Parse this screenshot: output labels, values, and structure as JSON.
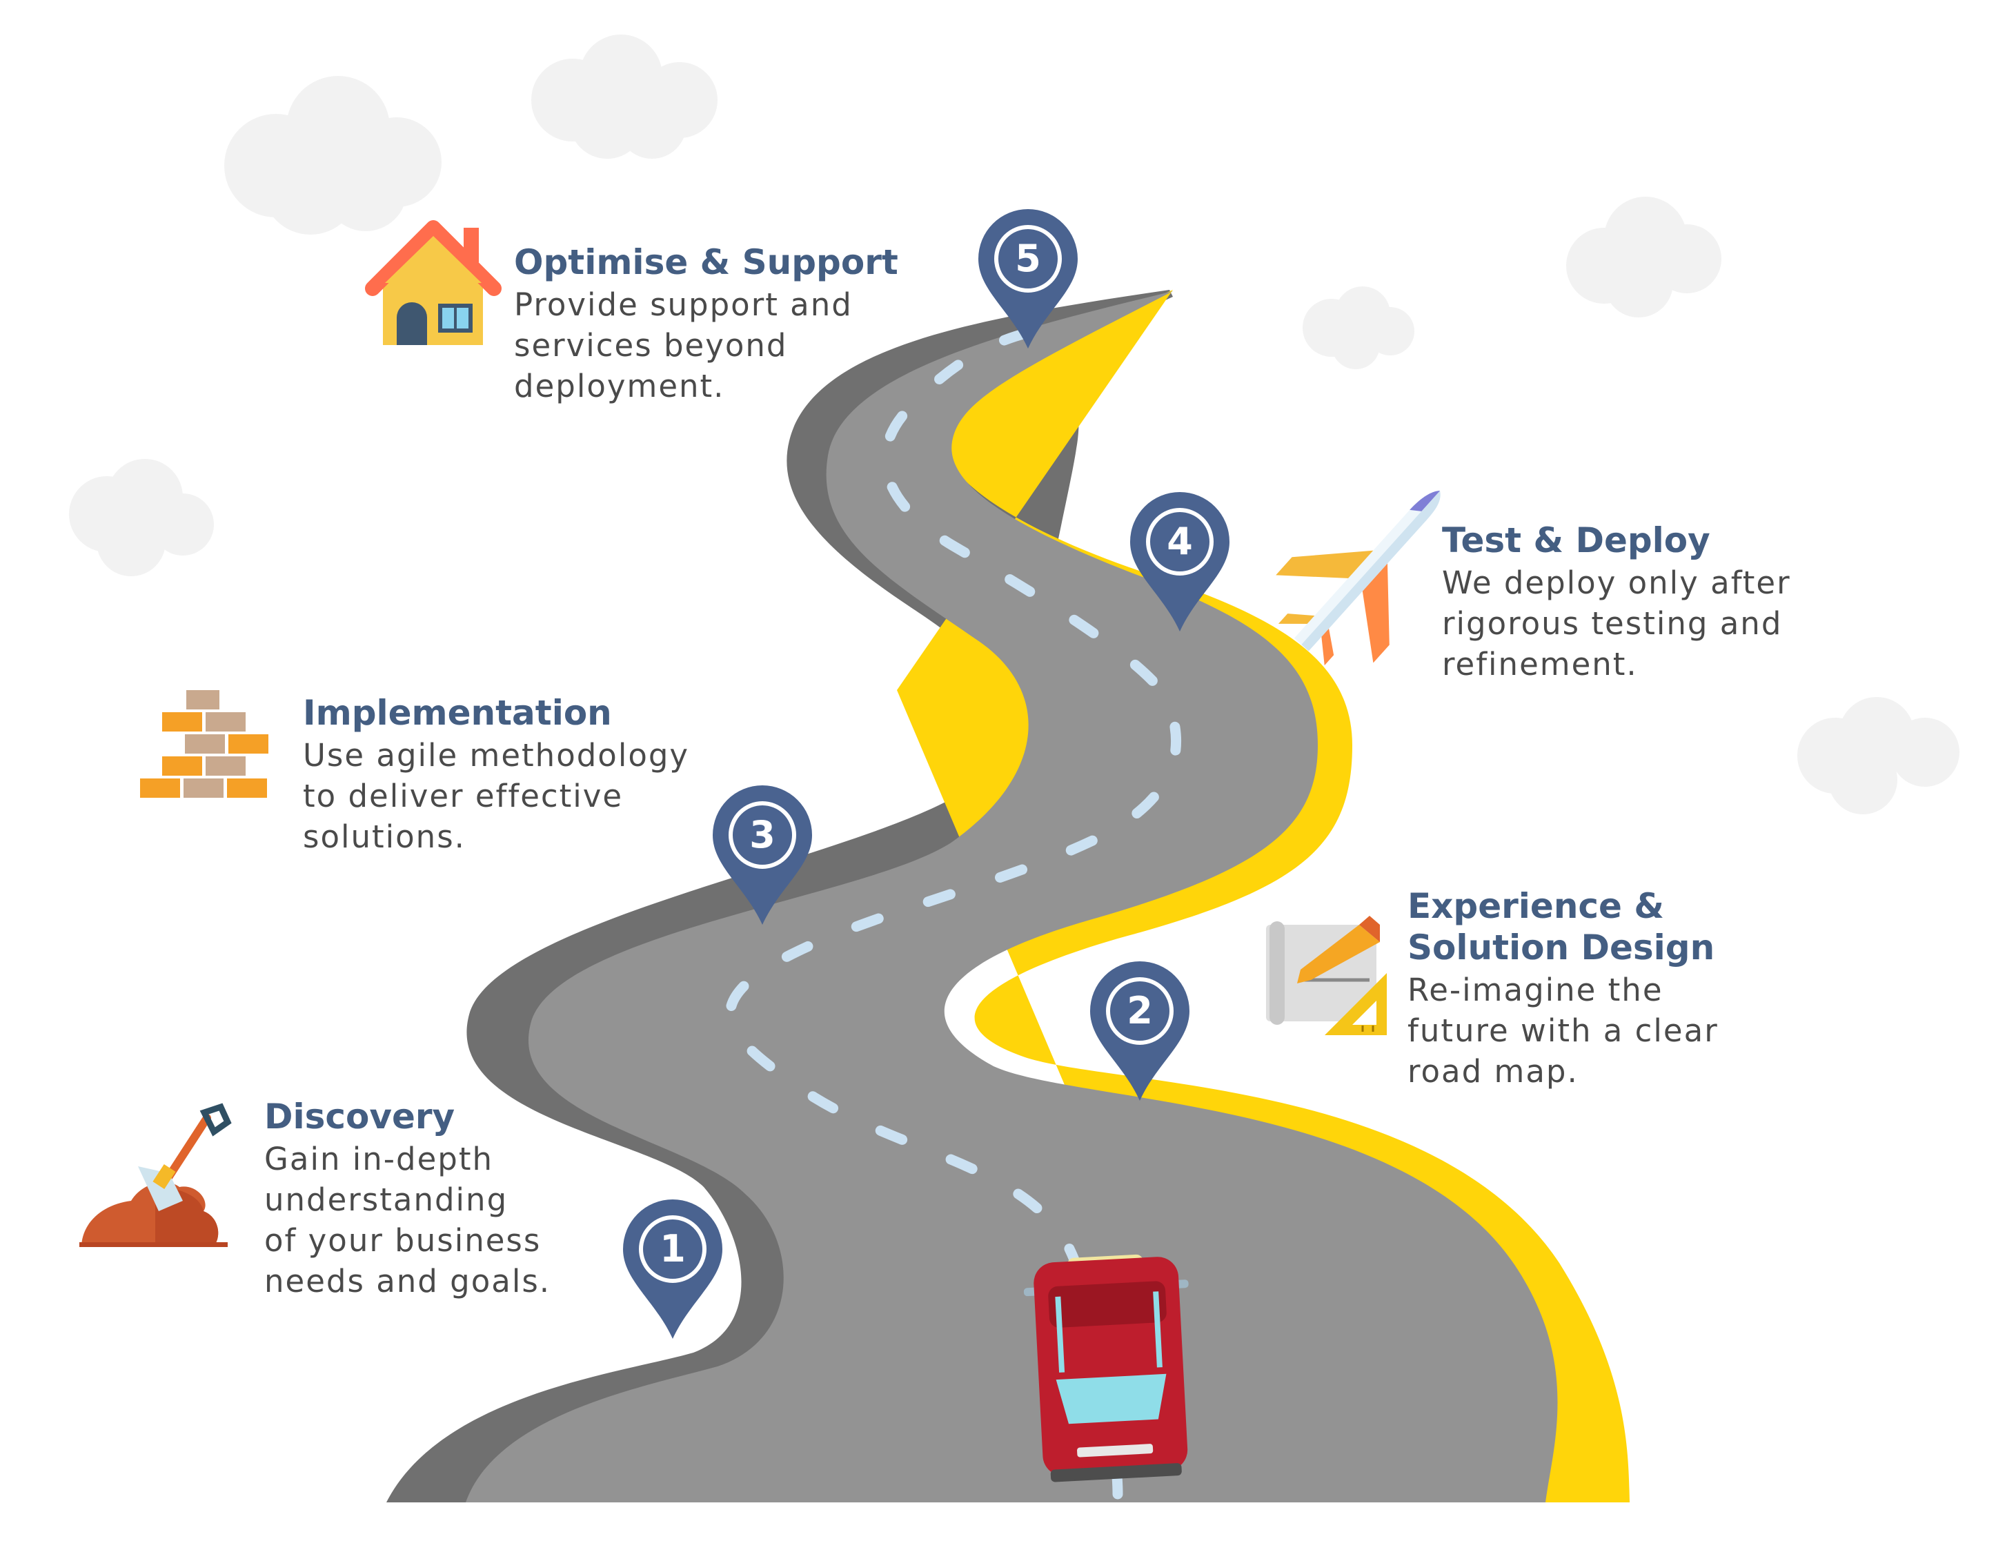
{
  "colors": {
    "title": "#445e82",
    "text": "#4a4a4a",
    "road": "#939393",
    "road_edge": "#707070",
    "road_line": "#cbe1f2",
    "yellow_edge": "#ffd50a",
    "pin": "#4a6390",
    "cloud": "#f2f2f2",
    "car": "#be1e2d"
  },
  "steps": [
    {
      "number": "1",
      "title": "Discovery",
      "description": "Gain in-depth\nunderstanding\nof your business\nneeds and goals.",
      "icon": "shovel-icon"
    },
    {
      "number": "2",
      "title": "Experience &\nSolution Design",
      "description": "Re-imagine the\nfuture with a clear\nroad map.",
      "icon": "blueprint-icon"
    },
    {
      "number": "3",
      "title": "Implementation",
      "description": "Use agile methodology\nto deliver effective\nsolutions.",
      "icon": "bricks-icon"
    },
    {
      "number": "4",
      "title": "Test & Deploy",
      "description": "We deploy only after\nrigorous testing and\nrefinement.",
      "icon": "airplane-icon"
    },
    {
      "number": "5",
      "title": "Optimise & Support",
      "description": "Provide support and\nservices beyond\ndeployment.",
      "icon": "house-icon"
    }
  ]
}
